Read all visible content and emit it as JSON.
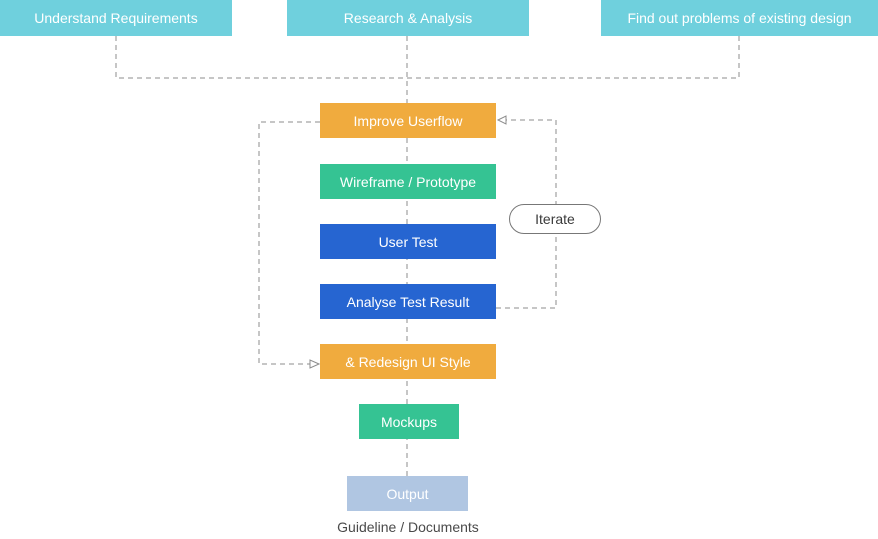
{
  "steps": {
    "understand_requirements": "Understand Requirements",
    "research_analysis": "Research & Analysis",
    "find_problems": "Find out problems of existing design",
    "improve_userflow": "Improve Userflow",
    "wireframe_prototype": "Wireframe / Prototype",
    "user_test": "User Test",
    "analyse_test_result": "Analyse Test Result",
    "redesign_ui_style": "& Redesign UI Style",
    "mockups": "Mockups",
    "output": "Output"
  },
  "iterate_label": "Iterate",
  "output_caption": "Guideline / Documents",
  "colors": {
    "teal": "#6fd0dd",
    "orange": "#f0ab3e",
    "green": "#35c393",
    "blue": "#2665d1",
    "pale_blue": "#b0c6e2",
    "connector": "#8c8c8c"
  }
}
